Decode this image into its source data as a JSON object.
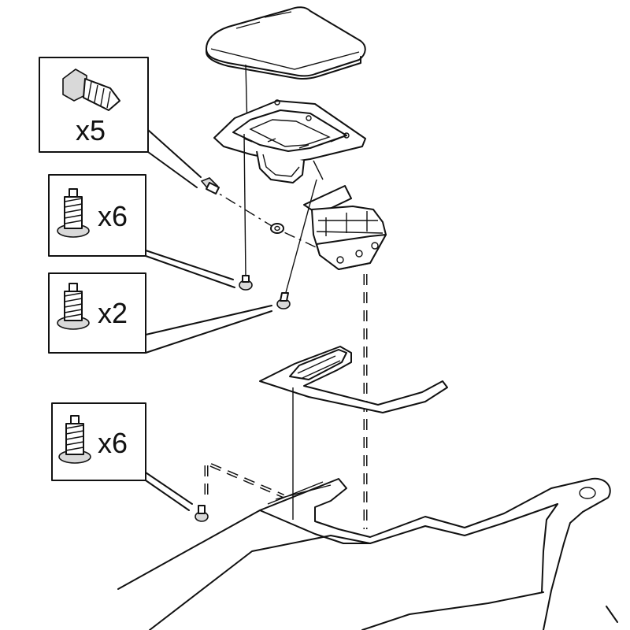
{
  "callouts": [
    {
      "id": "screw-5",
      "quantity": "x5",
      "icon": "self-tapping-screw-icon"
    },
    {
      "id": "flange-screw-6a",
      "quantity": "x6",
      "icon": "flange-screw-icon"
    },
    {
      "id": "flange-screw-2",
      "quantity": "x2",
      "icon": "flange-screw-icon"
    },
    {
      "id": "flange-screw-6b",
      "quantity": "x6",
      "icon": "flange-screw-icon"
    }
  ],
  "colors": {
    "line": "#111111",
    "background": "#ffffff",
    "shade": "#d9d9d9"
  }
}
